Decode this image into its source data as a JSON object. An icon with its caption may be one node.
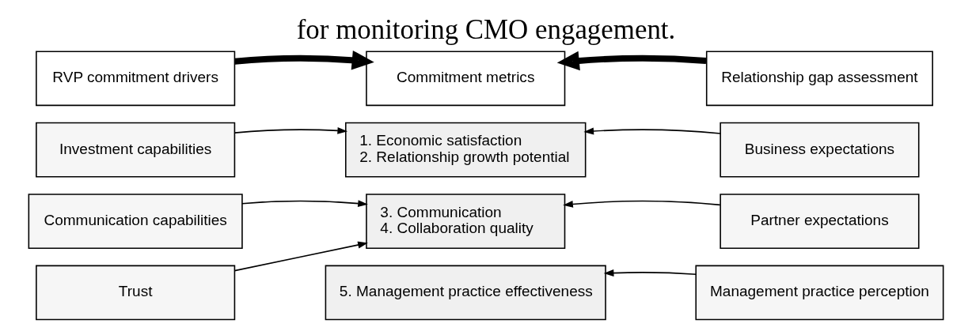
{
  "diagram": {
    "title": "for monitoring CMO engagement.",
    "nodes": [
      {
        "text": [
          "RVP commitment drivers"
        ]
      },
      {
        "text": [
          "Commitment metrics"
        ]
      },
      {
        "text": [
          "Relationship gap assessment"
        ]
      },
      {
        "text": [
          "Investment capabilities"
        ]
      },
      {
        "text": [
          "1. Economic satisfaction",
          "2. Relationship growth potential"
        ]
      },
      {
        "text": [
          "Business expectations"
        ]
      },
      {
        "text": [
          "Communication capabilities"
        ]
      },
      {
        "text": [
          "3. Communication",
          "4. Collaboration quality"
        ]
      },
      {
        "text": [
          "Partner expectations"
        ]
      },
      {
        "text": [
          "Trust"
        ]
      },
      {
        "text": [
          "5. Management practice effectiveness"
        ]
      },
      {
        "text": [
          "Management practice perception"
        ]
      }
    ],
    "edges": [
      {
        "from": 0,
        "to": 1,
        "arrow": "to",
        "style": "thick"
      },
      {
        "from": 2,
        "to": 1,
        "arrow": "to",
        "style": "thick"
      },
      {
        "from": 3,
        "to": 4,
        "arrow": "to"
      },
      {
        "from": 5,
        "to": 4,
        "arrow": "to"
      },
      {
        "from": 6,
        "to": 7,
        "arrow": "to"
      },
      {
        "from": 9,
        "to": 7,
        "arrow": "to"
      },
      {
        "from": 8,
        "to": 7,
        "arrow": "to"
      },
      {
        "from": 11,
        "to": 10,
        "arrow": "to"
      }
    ]
  }
}
